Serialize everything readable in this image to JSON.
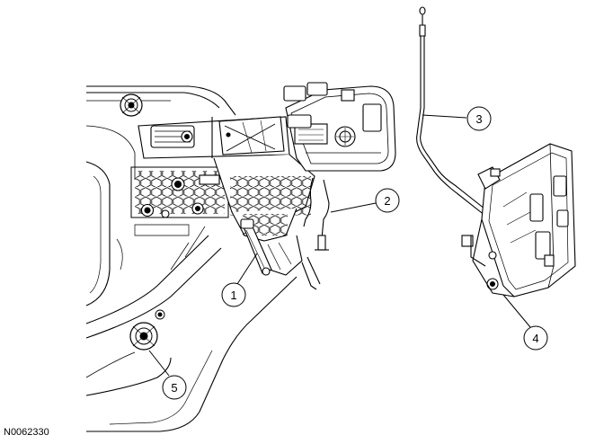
{
  "figure_id": "N0062330",
  "callouts": [
    {
      "id": "callout-1",
      "label": "1"
    },
    {
      "id": "callout-2",
      "label": "2"
    },
    {
      "id": "callout-3",
      "label": "3"
    },
    {
      "id": "callout-4",
      "label": "4"
    },
    {
      "id": "callout-5",
      "label": "5"
    }
  ]
}
